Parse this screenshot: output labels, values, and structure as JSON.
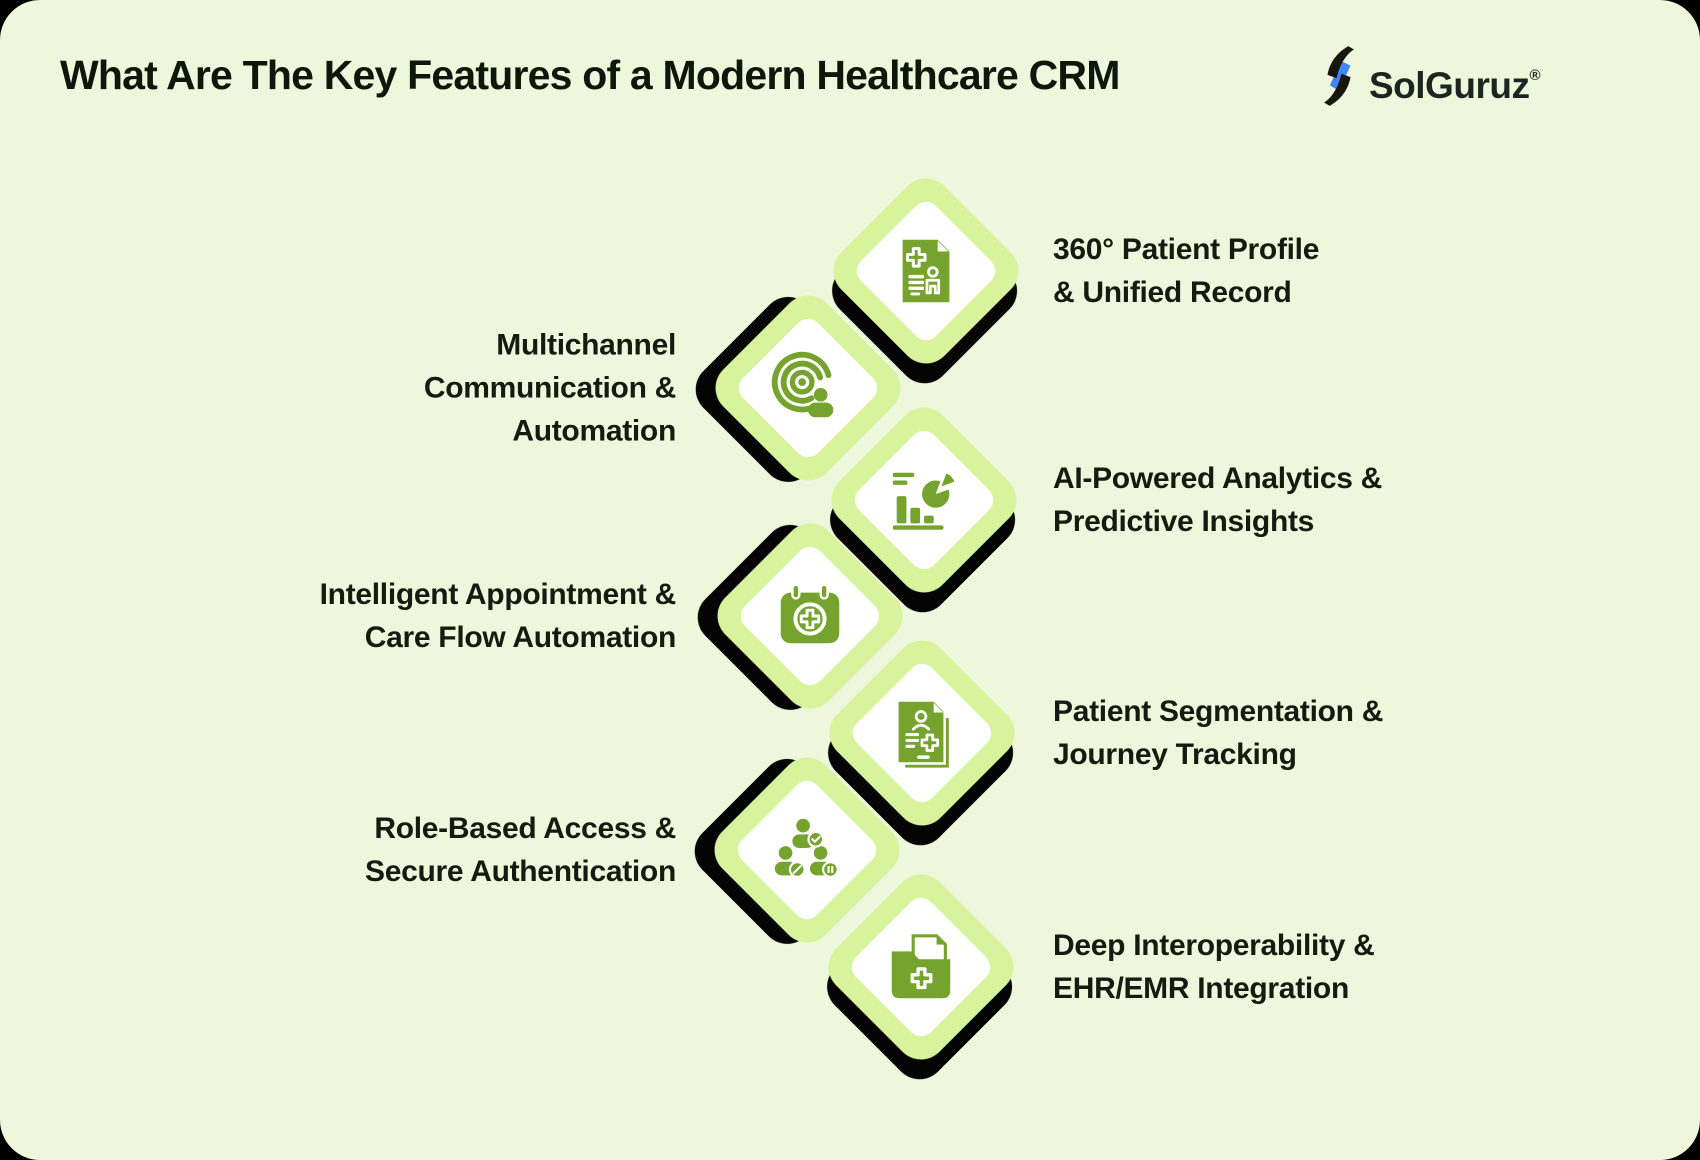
{
  "card": {
    "title": "What Are The Key Features of a Modern Healthcare CRM",
    "brand": {
      "name": "SolGuruz",
      "registered_mark": "®"
    }
  },
  "features": [
    {
      "side": "right",
      "icon": "patient-record-icon",
      "label_lines": [
        "360° Patient Profile",
        "& Unified Record"
      ]
    },
    {
      "side": "left",
      "icon": "broadcast-communication-icon",
      "label_lines": [
        "Multichannel",
        "Communication &",
        "Automation"
      ]
    },
    {
      "side": "right",
      "icon": "analytics-chart-icon",
      "label_lines": [
        "AI-Powered Analytics &",
        "Predictive Insights"
      ]
    },
    {
      "side": "left",
      "icon": "medical-calendar-icon",
      "label_lines": [
        "Intelligent Appointment &",
        "Care Flow Automation"
      ]
    },
    {
      "side": "right",
      "icon": "patient-segmentation-icon",
      "label_lines": [
        "Patient Segmentation &",
        "Journey Tracking"
      ]
    },
    {
      "side": "left",
      "icon": "team-roles-icon",
      "label_lines": [
        "Role-Based Access &",
        "Secure Authentication"
      ]
    },
    {
      "side": "right",
      "icon": "ehr-folder-icon",
      "label_lines": [
        "Deep Interoperability &",
        "EHR/EMR Integration"
      ]
    }
  ],
  "colors": {
    "background": "#eef6dc",
    "diamond_lime": "#d7f39c",
    "icon_green": "#76a32d",
    "shadow_black": "#040404",
    "text_dark": "#141b10",
    "logo_blue": "#4186f5",
    "logo_black": "#17170f"
  }
}
